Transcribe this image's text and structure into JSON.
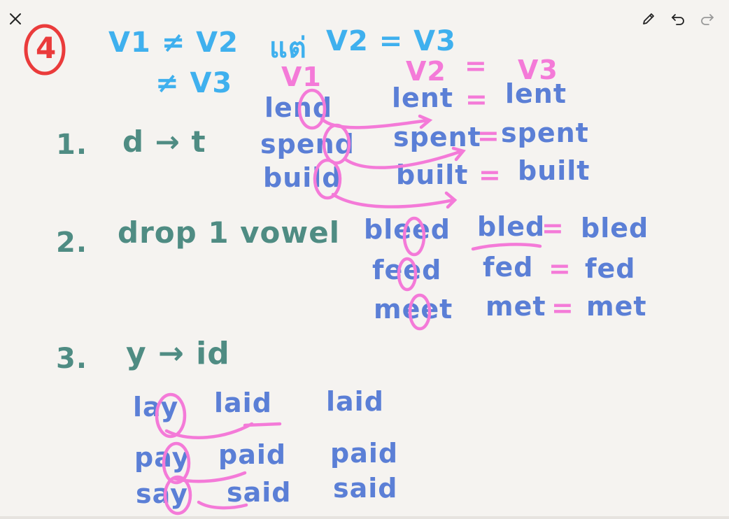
{
  "toolbar": {
    "close_icon": "close-icon",
    "pen_icon": "pencil-icon",
    "undo_icon": "undo-icon",
    "redo_icon": "redo-icon"
  },
  "badge": {
    "number": "4"
  },
  "header": {
    "line1": "V1 ≠ V2",
    "line2": "≠ V3",
    "thai": "แต่",
    "v2_eq_v3": "V2 = V3",
    "col_v1": "V1",
    "col_v2": "V2",
    "col_eq": "=",
    "col_v3": "V3"
  },
  "rules": [
    {
      "num": "1.",
      "text": "d → t"
    },
    {
      "num": "2.",
      "text": "drop 1 vowel"
    },
    {
      "num": "3.",
      "text": "y → id"
    }
  ],
  "group1": [
    {
      "v1": "lend",
      "v2": "lent",
      "v3": "lent"
    },
    {
      "v1": "spend",
      "v2": "spent",
      "v3": "spent"
    },
    {
      "v1": "build",
      "v2": "built",
      "v3": "built"
    }
  ],
  "group2": [
    {
      "v1": "bleed",
      "v2": "bled",
      "v3": "bled"
    },
    {
      "v1": "feed",
      "v2": "fed",
      "v3": "fed"
    },
    {
      "v1": "meet",
      "v2": "met",
      "v3": "met"
    }
  ],
  "group3": [
    {
      "v1": "lay",
      "v2": "laid",
      "v3": "laid"
    },
    {
      "v1": "pay",
      "v2": "paid",
      "v3": "paid"
    },
    {
      "v1": "say",
      "v2": "said",
      "v3": "said"
    }
  ],
  "colors": {
    "background": "#f5f3f0",
    "blue_ink": "#5b7fd6",
    "light_blue_ink": "#3fb0ee",
    "teal_ink": "#4f8c83",
    "pink_ink": "#f47ad8",
    "red_ink": "#ea3b3b"
  }
}
